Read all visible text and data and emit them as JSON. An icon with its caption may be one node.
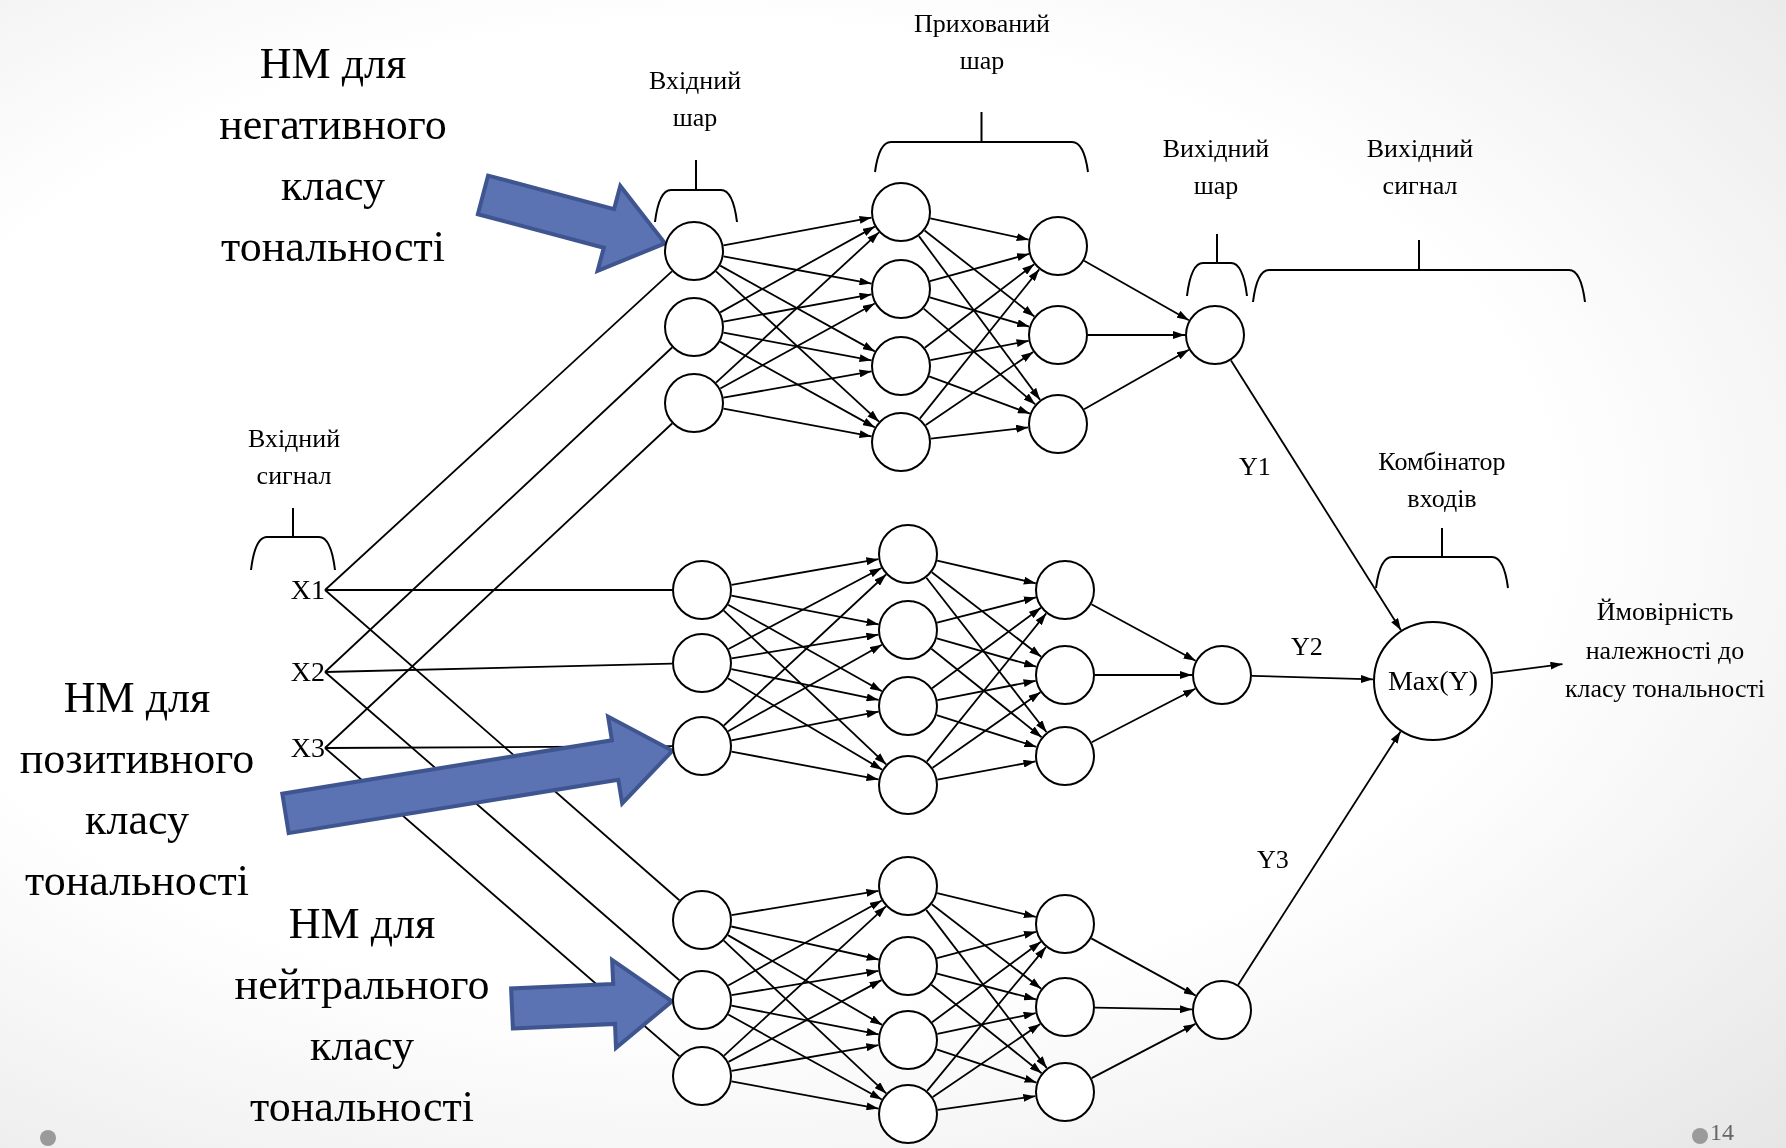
{
  "diagram": {
    "nodes": [
      {
        "text": [
          "НМ для негативного класу тональності"
        ]
      },
      {
        "text": [
          "НМ для позитивного класу тональності"
        ]
      },
      {
        "text": [
          "НМ для нейтрального класу тональності"
        ]
      },
      {
        "text": [
          "X1"
        ]
      },
      {
        "text": [
          "X2"
        ]
      },
      {
        "text": [
          "X3"
        ]
      },
      {
        "text": [],
        "shape": "circle"
      },
      {
        "text": [],
        "shape": "circle"
      },
      {
        "text": [],
        "shape": "circle"
      },
      {
        "text": [],
        "shape": "circle"
      },
      {
        "text": [],
        "shape": "circle"
      },
      {
        "text": [],
        "shape": "circle"
      },
      {
        "text": [],
        "shape": "circle"
      },
      {
        "text": [],
        "shape": "circle"
      },
      {
        "text": [],
        "shape": "circle"
      },
      {
        "text": [],
        "shape": "circle"
      },
      {
        "text": [],
        "shape": "circle"
      },
      {
        "text": [],
        "shape": "circle"
      },
      {
        "text": [],
        "shape": "circle"
      },
      {
        "text": [],
        "shape": "circle"
      },
      {
        "text": [],
        "shape": "circle"
      },
      {
        "text": [],
        "shape": "circle"
      },
      {
        "text": [],
        "shape": "circle"
      },
      {
        "text": [],
        "shape": "circle"
      },
      {
        "text": [],
        "shape": "circle"
      },
      {
        "text": [],
        "shape": "circle"
      },
      {
        "text": [],
        "shape": "circle"
      },
      {
        "text": [],
        "shape": "circle"
      },
      {
        "text": [],
        "shape": "circle"
      },
      {
        "text": [],
        "shape": "circle"
      },
      {
        "text": [],
        "shape": "circle"
      },
      {
        "text": [],
        "shape": "circle"
      },
      {
        "text": [],
        "shape": "circle"
      },
      {
        "text": [],
        "shape": "circle"
      },
      {
        "text": [],
        "shape": "circle"
      },
      {
        "text": [],
        "shape": "circle"
      },
      {
        "text": [],
        "shape": "circle"
      },
      {
        "text": [],
        "shape": "circle"
      },
      {
        "text": [],
        "shape": "circle"
      },
      {
        "text": [
          "Max(Y)"
        ]
      },
      {
        "text": [
          "Ймовірність належності до класу тональності"
        ]
      }
    ],
    "edges": [
      {
        "from": 0,
        "to": 6,
        "arrow": "to",
        "style": "thick",
        "color": "#5b73b3"
      },
      {
        "from": 1,
        "to": 19,
        "arrow": "to",
        "style": "thick",
        "color": "#5b73b3"
      },
      {
        "from": 2,
        "to": 29,
        "arrow": "to",
        "style": "thick",
        "color": "#5b73b3"
      },
      {
        "from": 3,
        "to": 6,
        "arrow": "none"
      },
      {
        "from": 3,
        "to": 17,
        "arrow": "none"
      },
      {
        "from": 3,
        "to": 28,
        "arrow": "none"
      },
      {
        "from": 4,
        "to": 7,
        "arrow": "none"
      },
      {
        "from": 4,
        "to": 18,
        "arrow": "none"
      },
      {
        "from": 4,
        "to": 29,
        "arrow": "none"
      },
      {
        "from": 5,
        "to": 8,
        "arrow": "none"
      },
      {
        "from": 5,
        "to": 19,
        "arrow": "none"
      },
      {
        "from": 5,
        "to": 30,
        "arrow": "none"
      },
      {
        "from": 6,
        "to": 9,
        "arrow": "to"
      },
      {
        "from": 6,
        "to": 10,
        "arrow": "to"
      },
      {
        "from": 6,
        "to": 11,
        "arrow": "to"
      },
      {
        "from": 6,
        "to": 12,
        "arrow": "to"
      },
      {
        "from": 7,
        "to": 9,
        "arrow": "to"
      },
      {
        "from": 7,
        "to": 10,
        "arrow": "to"
      },
      {
        "from": 7,
        "to": 11,
        "arrow": "to"
      },
      {
        "from": 7,
        "to": 12,
        "arrow": "to"
      },
      {
        "from": 8,
        "to": 9,
        "arrow": "to"
      },
      {
        "from": 8,
        "to": 10,
        "arrow": "to"
      },
      {
        "from": 8,
        "to": 11,
        "arrow": "to"
      },
      {
        "from": 8,
        "to": 12,
        "arrow": "to"
      },
      {
        "from": 9,
        "to": 13,
        "arrow": "to"
      },
      {
        "from": 9,
        "to": 14,
        "arrow": "to"
      },
      {
        "from": 9,
        "to": 15,
        "arrow": "to"
      },
      {
        "from": 10,
        "to": 13,
        "arrow": "to"
      },
      {
        "from": 10,
        "to": 14,
        "arrow": "to"
      },
      {
        "from": 10,
        "to": 15,
        "arrow": "to"
      },
      {
        "from": 11,
        "to": 13,
        "arrow": "to"
      },
      {
        "from": 11,
        "to": 14,
        "arrow": "to"
      },
      {
        "from": 11,
        "to": 15,
        "arrow": "to"
      },
      {
        "from": 12,
        "to": 13,
        "arrow": "to"
      },
      {
        "from": 12,
        "to": 14,
        "arrow": "to"
      },
      {
        "from": 12,
        "to": 15,
        "arrow": "to"
      },
      {
        "from": 13,
        "to": 16,
        "arrow": "to"
      },
      {
        "from": 14,
        "to": 16,
        "arrow": "to"
      },
      {
        "from": 15,
        "to": 16,
        "arrow": "to"
      },
      {
        "from": 17,
        "to": 20,
        "arrow": "to"
      },
      {
        "from": 17,
        "to": 21,
        "arrow": "to"
      },
      {
        "from": 17,
        "to": 22,
        "arrow": "to"
      },
      {
        "from": 17,
        "to": 23,
        "arrow": "to"
      },
      {
        "from": 18,
        "to": 20,
        "arrow": "to"
      },
      {
        "from": 18,
        "to": 21,
        "arrow": "to"
      },
      {
        "from": 18,
        "to": 22,
        "arrow": "to"
      },
      {
        "from": 18,
        "to": 23,
        "arrow": "to"
      },
      {
        "from": 19,
        "to": 20,
        "arrow": "to"
      },
      {
        "from": 19,
        "to": 21,
        "arrow": "to"
      },
      {
        "from": 19,
        "to": 22,
        "arrow": "to"
      },
      {
        "from": 19,
        "to": 23,
        "arrow": "to"
      },
      {
        "from": 20,
        "to": 24,
        "arrow": "to"
      },
      {
        "from": 20,
        "to": 25,
        "arrow": "to"
      },
      {
        "from": 20,
        "to": 26,
        "arrow": "to"
      },
      {
        "from": 21,
        "to": 24,
        "arrow": "to"
      },
      {
        "from": 21,
        "to": 25,
        "arrow": "to"
      },
      {
        "from": 21,
        "to": 26,
        "arrow": "to"
      },
      {
        "from": 22,
        "to": 24,
        "arrow": "to"
      },
      {
        "from": 22,
        "to": 25,
        "arrow": "to"
      },
      {
        "from": 22,
        "to": 26,
        "arrow": "to"
      },
      {
        "from": 23,
        "to": 24,
        "arrow": "to"
      },
      {
        "from": 23,
        "to": 25,
        "arrow": "to"
      },
      {
        "from": 23,
        "to": 26,
        "arrow": "to"
      },
      {
        "from": 24,
        "to": 27,
        "arrow": "to"
      },
      {
        "from": 25,
        "to": 27,
        "arrow": "to"
      },
      {
        "from": 26,
        "to": 27,
        "arrow": "to"
      },
      {
        "from": 28,
        "to": 31,
        "arrow": "to"
      },
      {
        "from": 28,
        "to": 32,
        "arrow": "to"
      },
      {
        "from": 28,
        "to": 33,
        "arrow": "to"
      },
      {
        "from": 28,
        "to": 34,
        "arrow": "to"
      },
      {
        "from": 29,
        "to": 31,
        "arrow": "to"
      },
      {
        "from": 29,
        "to": 32,
        "arrow": "to"
      },
      {
        "from": 29,
        "to": 33,
        "arrow": "to"
      },
      {
        "from": 29,
        "to": 34,
        "arrow": "to"
      },
      {
        "from": 30,
        "to": 31,
        "arrow": "to"
      },
      {
        "from": 30,
        "to": 32,
        "arrow": "to"
      },
      {
        "from": 30,
        "to": 33,
        "arrow": "to"
      },
      {
        "from": 30,
        "to": 34,
        "arrow": "to"
      },
      {
        "from": 31,
        "to": 35,
        "arrow": "to"
      },
      {
        "from": 31,
        "to": 36,
        "arrow": "to"
      },
      {
        "from": 31,
        "to": 37,
        "arrow": "to"
      },
      {
        "from": 32,
        "to": 35,
        "arrow": "to"
      },
      {
        "from": 32,
        "to": 36,
        "arrow": "to"
      },
      {
        "from": 32,
        "to": 37,
        "arrow": "to"
      },
      {
        "from": 33,
        "to": 35,
        "arrow": "to"
      },
      {
        "from": 33,
        "to": 36,
        "arrow": "to"
      },
      {
        "from": 33,
        "to": 37,
        "arrow": "to"
      },
      {
        "from": 34,
        "to": 35,
        "arrow": "to"
      },
      {
        "from": 34,
        "to": 36,
        "arrow": "to"
      },
      {
        "from": 34,
        "to": 37,
        "arrow": "to"
      },
      {
        "from": 35,
        "to": 38,
        "arrow": "to"
      },
      {
        "from": 36,
        "to": 38,
        "arrow": "to"
      },
      {
        "from": 37,
        "to": 38,
        "arrow": "to"
      },
      {
        "from": 16,
        "to": 39,
        "arrow": "to",
        "label": "Y1"
      },
      {
        "from": 27,
        "to": 39,
        "arrow": "to",
        "label": "Y2"
      },
      {
        "from": 38,
        "to": 39,
        "arrow": "to",
        "label": "Y3"
      },
      {
        "from": 39,
        "to": 40,
        "arrow": "to"
      }
    ],
    "labels": [
      "Вхідний шар",
      "Прихований шар",
      "Вихідний шар",
      "Вихідний сигнал",
      "Вхідний сигнал",
      "Комбінатор входів",
      "14"
    ]
  }
}
